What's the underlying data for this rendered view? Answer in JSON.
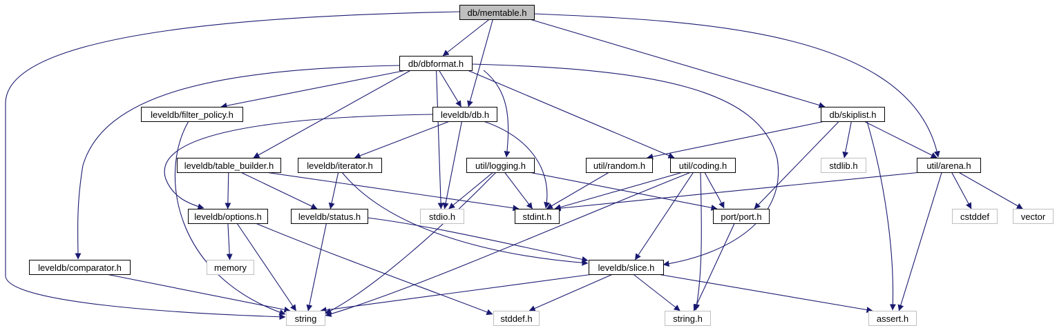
{
  "colors": {
    "edge": "#191970",
    "node_border": "#000000",
    "external_border": "#bfbfbf",
    "root_fill": "#bfbfbf",
    "node_fill": "#ffffff"
  },
  "nodes": [
    {
      "id": "memtable",
      "label": "db/memtable.h",
      "kind": "root"
    },
    {
      "id": "dbformat",
      "label": "db/dbformat.h",
      "kind": "internal"
    },
    {
      "id": "filter_policy",
      "label": "leveldb/filter_policy.h",
      "kind": "internal"
    },
    {
      "id": "db",
      "label": "leveldb/db.h",
      "kind": "internal"
    },
    {
      "id": "skiplist",
      "label": "db/skiplist.h",
      "kind": "internal"
    },
    {
      "id": "table_builder",
      "label": "leveldb/table_builder.h",
      "kind": "internal"
    },
    {
      "id": "iterator",
      "label": "leveldb/iterator.h",
      "kind": "internal"
    },
    {
      "id": "logging",
      "label": "util/logging.h",
      "kind": "internal"
    },
    {
      "id": "random",
      "label": "util/random.h",
      "kind": "internal"
    },
    {
      "id": "coding",
      "label": "util/coding.h",
      "kind": "internal"
    },
    {
      "id": "stdlib",
      "label": "stdlib.h",
      "kind": "external"
    },
    {
      "id": "arena",
      "label": "util/arena.h",
      "kind": "internal"
    },
    {
      "id": "options",
      "label": "leveldb/options.h",
      "kind": "internal"
    },
    {
      "id": "status",
      "label": "leveldb/status.h",
      "kind": "internal"
    },
    {
      "id": "stdio",
      "label": "stdio.h",
      "kind": "external"
    },
    {
      "id": "stdint",
      "label": "stdint.h",
      "kind": "internal"
    },
    {
      "id": "port",
      "label": "port/port.h",
      "kind": "internal"
    },
    {
      "id": "cstddef",
      "label": "cstddef",
      "kind": "external"
    },
    {
      "id": "vector",
      "label": "vector",
      "kind": "external"
    },
    {
      "id": "comparator",
      "label": "leveldb/comparator.h",
      "kind": "internal"
    },
    {
      "id": "memory",
      "label": "memory",
      "kind": "external"
    },
    {
      "id": "slice",
      "label": "leveldb/slice.h",
      "kind": "internal"
    },
    {
      "id": "string",
      "label": "string",
      "kind": "external"
    },
    {
      "id": "stddef",
      "label": "stddef.h",
      "kind": "external"
    },
    {
      "id": "string_h",
      "label": "string.h",
      "kind": "external"
    },
    {
      "id": "assert",
      "label": "assert.h",
      "kind": "external"
    }
  ],
  "edges": [
    [
      "memtable",
      "dbformat"
    ],
    [
      "memtable",
      "db"
    ],
    [
      "memtable",
      "skiplist"
    ],
    [
      "memtable",
      "arena"
    ],
    [
      "memtable",
      "string"
    ],
    [
      "dbformat",
      "comparator"
    ],
    [
      "dbformat",
      "filter_policy"
    ],
    [
      "dbformat",
      "db"
    ],
    [
      "dbformat",
      "table_builder"
    ],
    [
      "dbformat",
      "stdio"
    ],
    [
      "dbformat",
      "logging"
    ],
    [
      "dbformat",
      "coding"
    ],
    [
      "dbformat",
      "slice"
    ],
    [
      "filter_policy",
      "string"
    ],
    [
      "db",
      "options"
    ],
    [
      "db",
      "iterator"
    ],
    [
      "db",
      "stdio"
    ],
    [
      "db",
      "stdint"
    ],
    [
      "skiplist",
      "random"
    ],
    [
      "skiplist",
      "stdlib"
    ],
    [
      "skiplist",
      "arena"
    ],
    [
      "skiplist",
      "port"
    ],
    [
      "skiplist",
      "assert"
    ],
    [
      "table_builder",
      "options"
    ],
    [
      "table_builder",
      "status"
    ],
    [
      "table_builder",
      "stdint"
    ],
    [
      "iterator",
      "status"
    ],
    [
      "iterator",
      "slice"
    ],
    [
      "logging",
      "stdio"
    ],
    [
      "logging",
      "stdint"
    ],
    [
      "logging",
      "port"
    ],
    [
      "logging",
      "string"
    ],
    [
      "random",
      "stdint"
    ],
    [
      "coding",
      "stdint"
    ],
    [
      "coding",
      "port"
    ],
    [
      "coding",
      "slice"
    ],
    [
      "coding",
      "string"
    ],
    [
      "coding",
      "string_h"
    ],
    [
      "arena",
      "stdint"
    ],
    [
      "arena",
      "cstddef"
    ],
    [
      "arena",
      "vector"
    ],
    [
      "arena",
      "assert"
    ],
    [
      "options",
      "memory"
    ],
    [
      "options",
      "string"
    ],
    [
      "options",
      "stddef"
    ],
    [
      "status",
      "string"
    ],
    [
      "status",
      "slice"
    ],
    [
      "port",
      "string_h"
    ],
    [
      "comparator",
      "string"
    ],
    [
      "slice",
      "string"
    ],
    [
      "slice",
      "stddef"
    ],
    [
      "slice",
      "string_h"
    ],
    [
      "slice",
      "assert"
    ]
  ]
}
